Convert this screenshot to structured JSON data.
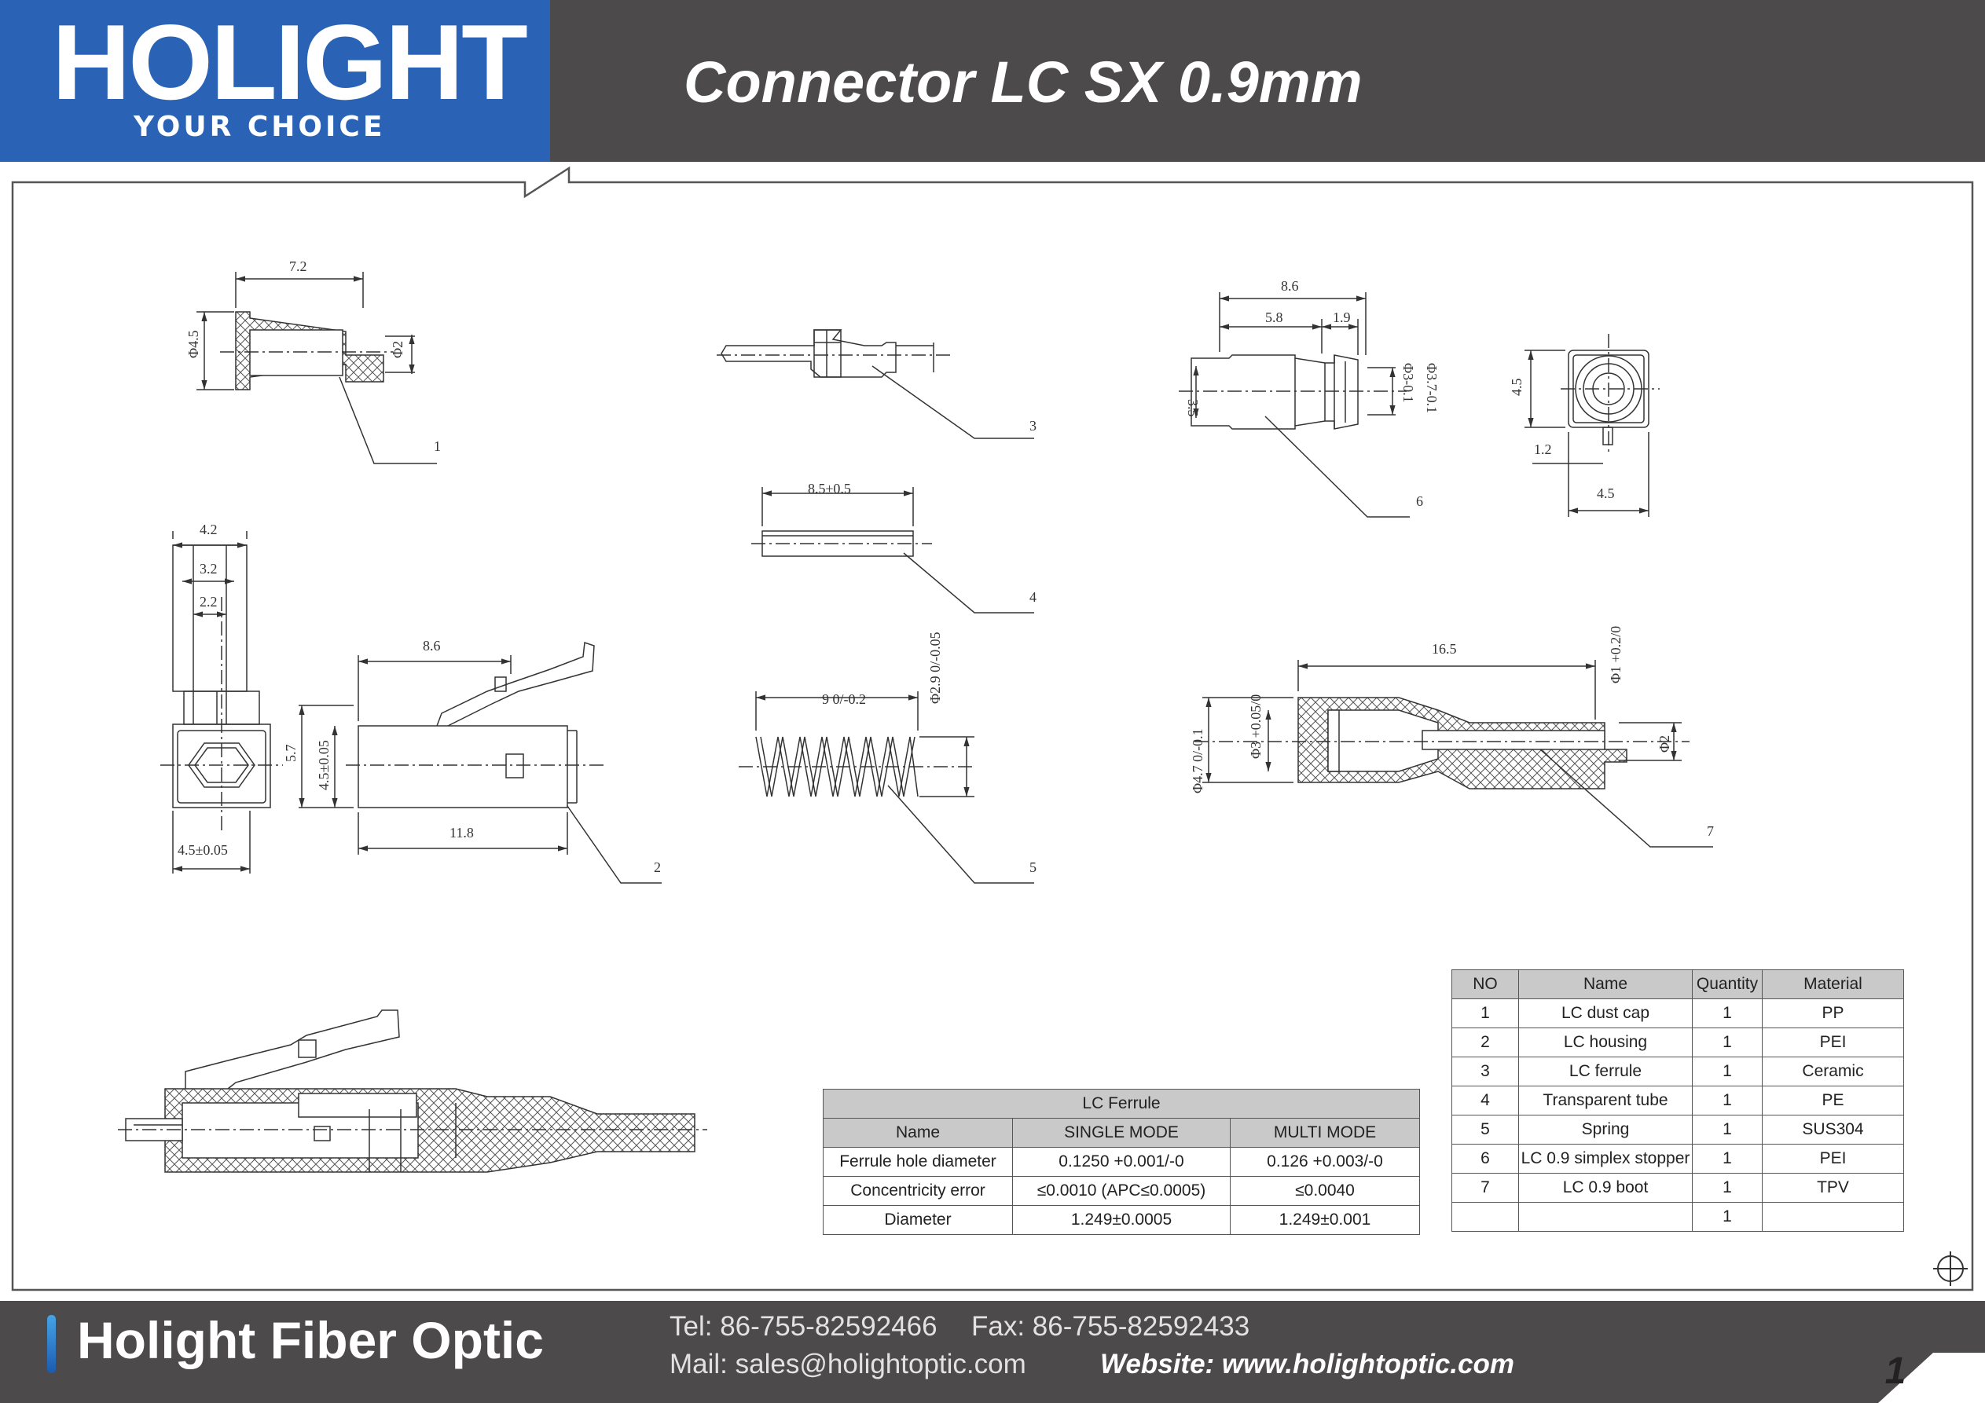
{
  "header": {
    "logo_text": "HOLIGHT",
    "logo_tagline": "YOUR CHOICE",
    "title": "Connector LC SX 0.9mm"
  },
  "drawing": {
    "labels": {
      "d1_7_2": "7.2",
      "d1_phi45": "Φ4.5",
      "d1_phi2": "Φ2",
      "d3_8_6": "8.6",
      "d3_5_8": "5.8",
      "d3_1_9": "1.9",
      "d3_3_5": "3.5",
      "d3_phi3": "Φ3-0.1",
      "d3_phi37": "Φ3.7-0.1",
      "d6_4_5v": "4.5",
      "d6_1_2": "1.2",
      "d6_4_5h": "4.5",
      "d2_4_2": "4.2",
      "d2_3_2": "3.2",
      "d2_2_2": "2.2",
      "d2_4_5": "4.5±0.05",
      "d2_8_6": "8.6",
      "d2_5_7": "5.7",
      "d2_4_5v": "4.5±0.05",
      "d2_11_8": "11.8",
      "d4_8_5": "8.5±0.5",
      "d5_9": "9 0/-0.2",
      "d5_phi29": "Φ2.9 0/-0.05",
      "d7_16_5": "16.5",
      "d7_phi1": "Φ1 +0.2/0",
      "d7_phi47": "Φ4.7 0/-0.1",
      "d7_phi3": "Φ3 +0.05/0",
      "d7_phi2": "Φ2",
      "part1": "1",
      "part2": "2",
      "part3": "3",
      "part4": "4",
      "part5": "5",
      "part6": "6",
      "part7": "7"
    }
  },
  "ferrule_table": {
    "title": "LC Ferrule",
    "headers": [
      "Name",
      "SINGLE MODE",
      "MULTI MODE"
    ],
    "rows": [
      [
        "Ferrule hole diameter",
        "0.1250 +0.001/-0",
        "0.126 +0.003/-0"
      ],
      [
        "Concentricity error",
        "≤0.0010 (APC≤0.0005)",
        "≤0.0040"
      ],
      [
        "Diameter",
        "1.249±0.0005",
        "1.249±0.001"
      ]
    ]
  },
  "bom_table": {
    "headers": [
      "NO",
      "Name",
      "Quantity",
      "Material"
    ],
    "rows": [
      [
        "1",
        "LC dust cap",
        "1",
        "PP"
      ],
      [
        "2",
        "LC housing",
        "1",
        "PEI"
      ],
      [
        "3",
        "LC ferrule",
        "1",
        "Ceramic"
      ],
      [
        "4",
        "Transparent tube",
        "1",
        "PE"
      ],
      [
        "5",
        "Spring",
        "1",
        "SUS304"
      ],
      [
        "6",
        "LC 0.9 simplex stopper",
        "1",
        "PEI"
      ],
      [
        "7",
        "LC 0.9 boot",
        "1",
        "TPV"
      ],
      [
        "",
        "",
        "1",
        ""
      ]
    ]
  },
  "footer": {
    "company": "Holight Fiber Optic",
    "tel": "Tel: 86-755-82592466",
    "fax": "Fax: 86-755-82592433",
    "mail": "Mail: sales@holightoptic.com",
    "website": "Website: www.holightoptic.com",
    "page": "1"
  }
}
